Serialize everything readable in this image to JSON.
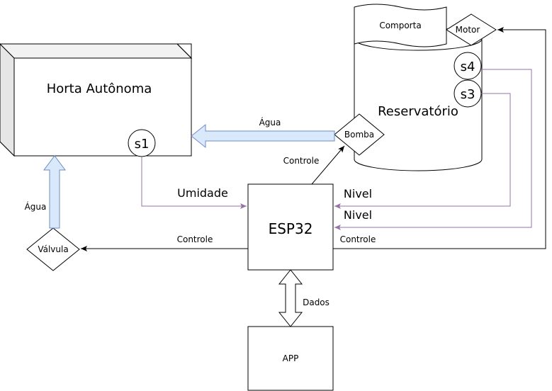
{
  "nodes": {
    "horta": "Horta Autônoma",
    "reservatorio": "Reservatório",
    "comporta": "Comporta",
    "motor": "Motor",
    "bomba": "Bomba",
    "valvula": "Válvula",
    "esp32": "ESP32",
    "app": "APP",
    "s1": "s1",
    "s3": "s3",
    "s4": "s4"
  },
  "edges": {
    "agua_top": "Água",
    "agua_left": "Água",
    "umidade": "Umidade",
    "controle_bomba": "Controle",
    "controle_valvula": "Controle",
    "controle_motor": "Controle",
    "nivel_1": "Nivel",
    "nivel_2": "Nivel",
    "dados": "Dados"
  },
  "colors": {
    "line": "#000000",
    "sensor_line": "#9673a6",
    "water_fill": "#dae8fc",
    "water_stroke": "#6c8ebf"
  }
}
